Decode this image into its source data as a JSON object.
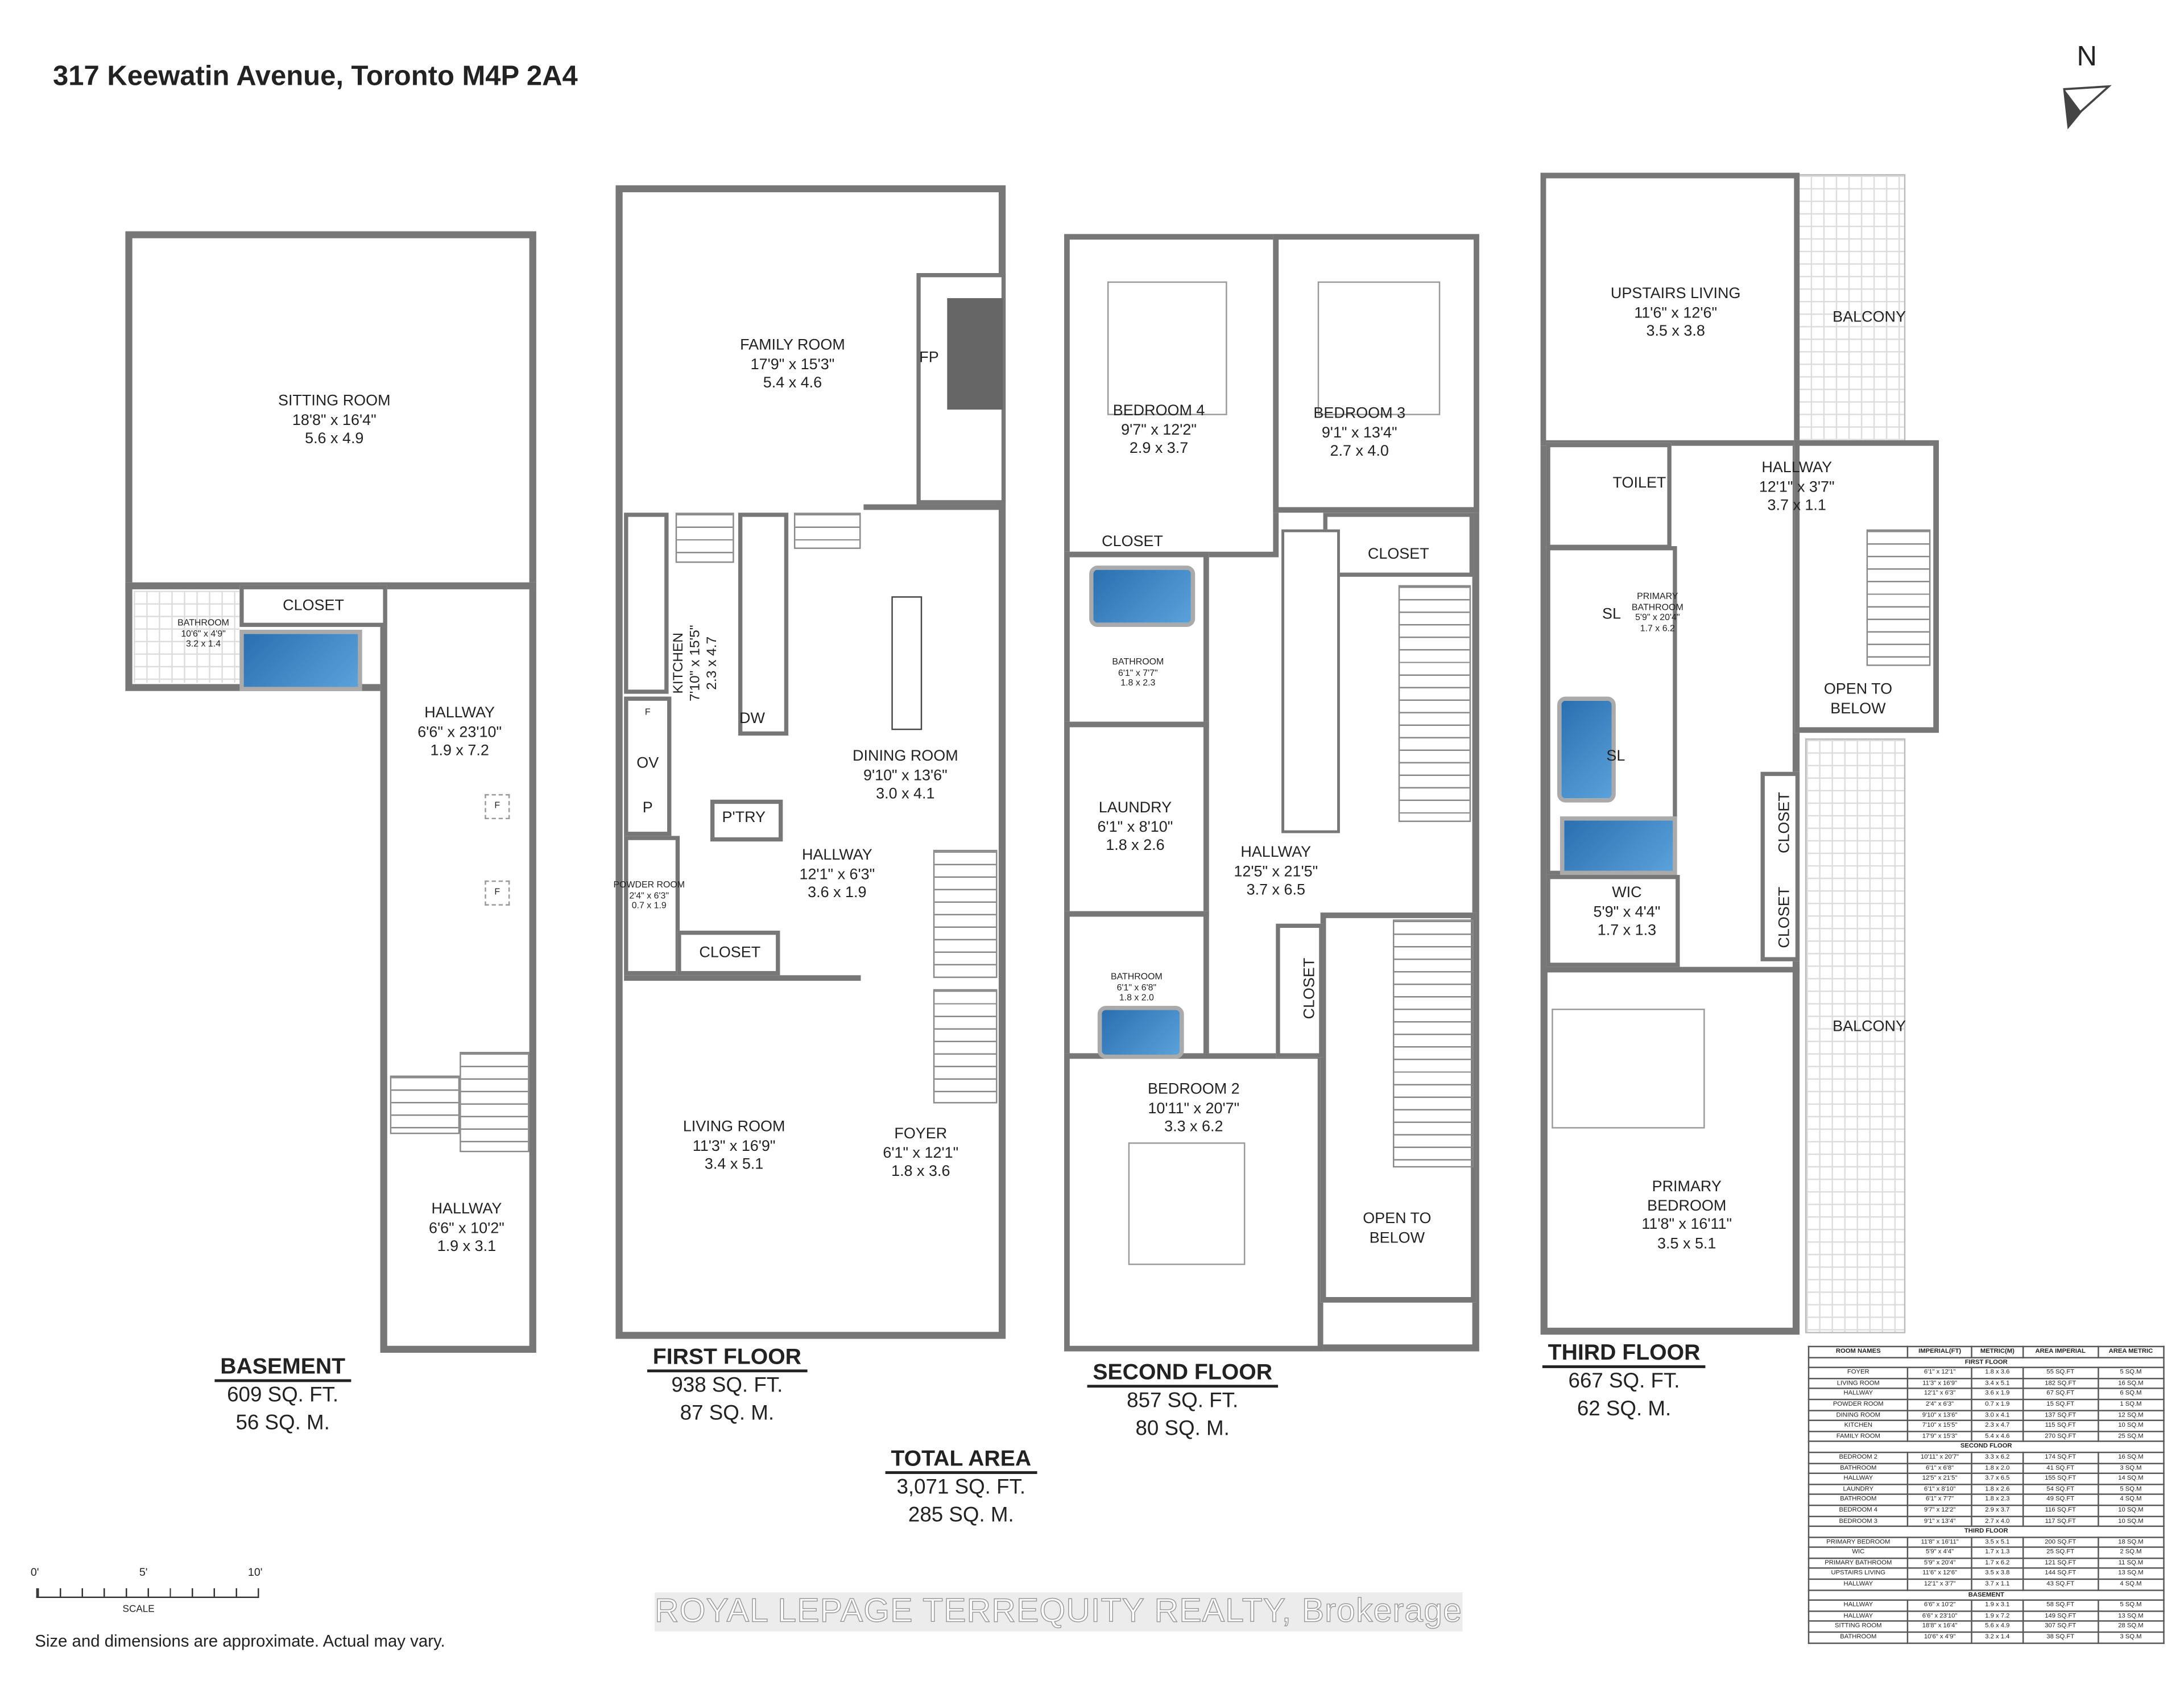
{
  "title": "317 Keewatin Avenue, Toronto M4P 2A4",
  "compass": {
    "label": "N",
    "icon": "north-arrow-icon"
  },
  "basement": {
    "title": "BASEMENT",
    "area_imperial": "609 SQ. FT.",
    "area_metric": "56 SQ. M.",
    "rooms": [
      {
        "name": "SITTING ROOM",
        "imperial": "18'8\" x 16'4\"",
        "metric": "5.6 x 4.9"
      },
      {
        "name": "BATHROOM",
        "imperial": "10'6\" x 4'9\"",
        "metric": "3.2 x 1.4"
      },
      {
        "name": "CLOSET"
      },
      {
        "name": "HALLWAY",
        "imperial": "6'6\" x 23'10\"",
        "metric": "1.9 x 7.2"
      },
      {
        "name": "HALLWAY",
        "imperial": "6'6\" x 10'2\"",
        "metric": "1.9 x 3.1"
      }
    ],
    "fixtures": [
      "F",
      "F"
    ]
  },
  "first_floor": {
    "title": "FIRST FLOOR",
    "area_imperial": "938 SQ. FT.",
    "area_metric": "87 SQ. M.",
    "rooms": [
      {
        "name": "FAMILY ROOM",
        "imperial": "17'9\" x 15'3\"",
        "metric": "5.4 x 4.6"
      },
      {
        "name": "KITCHEN",
        "imperial": "7'10\" x 15'5\"",
        "metric": "2.3 x 4.7"
      },
      {
        "name": "DINING ROOM",
        "imperial": "9'10\" x 13'6\"",
        "metric": "3.0 x 4.1"
      },
      {
        "name": "POWDER ROOM",
        "imperial": "2'4\" x 6'3\"",
        "metric": "0.7 x 1.9"
      },
      {
        "name": "HALLWAY",
        "imperial": "12'1\" x 6'3\"",
        "metric": "3.6 x 1.9"
      },
      {
        "name": "CLOSET"
      },
      {
        "name": "LIVING ROOM",
        "imperial": "11'3\" x 16'9\"",
        "metric": "3.4 x 5.1"
      },
      {
        "name": "FOYER",
        "imperial": "6'1\" x 12'1\"",
        "metric": "1.8 x 3.6"
      },
      {
        "name": "P'TRY"
      }
    ],
    "fixtures": {
      "fp": "FP",
      "dw": "DW",
      "f": "F",
      "ov": "OV",
      "p": "P"
    }
  },
  "second_floor": {
    "title": "SECOND FLOOR",
    "area_imperial": "857 SQ. FT.",
    "area_metric": "80 SQ. M.",
    "rooms": [
      {
        "name": "BEDROOM 4",
        "imperial": "9'7\" x 12'2\"",
        "metric": "2.9 x 3.7"
      },
      {
        "name": "BEDROOM 3",
        "imperial": "9'1\" x 13'4\"",
        "metric": "2.7 x 4.0"
      },
      {
        "name": "CLOSET"
      },
      {
        "name": "CLOSET"
      },
      {
        "name": "BATHROOM",
        "imperial": "6'1\" x 7'7\"",
        "metric": "1.8 x 2.3"
      },
      {
        "name": "LAUNDRY",
        "imperial": "6'1\" x 8'10\"",
        "metric": "1.8 x 2.6"
      },
      {
        "name": "HALLWAY",
        "imperial": "12'5\" x 21'5\"",
        "metric": "3.7 x 6.5"
      },
      {
        "name": "CLOSET"
      },
      {
        "name": "BATHROOM",
        "imperial": "6'1\" x 6'8\"",
        "metric": "1.8 x 2.0"
      },
      {
        "name": "BEDROOM 2",
        "imperial": "10'11\" x 20'7\"",
        "metric": "3.3 x 6.2"
      },
      {
        "name": "OPEN TO",
        "name2": "BELOW"
      }
    ]
  },
  "third_floor": {
    "title": "THIRD FLOOR",
    "area_imperial": "667 SQ. FT.",
    "area_metric": "62 SQ. M.",
    "rooms": [
      {
        "name": "UPSTAIRS LIVING",
        "imperial": "11'6\" x 12'6\"",
        "metric": "3.5 x 3.8"
      },
      {
        "name": "BALCONY"
      },
      {
        "name": "TOILET"
      },
      {
        "name": "HALLWAY",
        "imperial": "12'1\" x 3'7\"",
        "metric": "3.7 x 1.1"
      },
      {
        "name": "PRIMARY",
        "name2": "BATHROOM",
        "imperial": "5'9\" x 20'4\"",
        "metric": "1.7 x 6.2"
      },
      {
        "name": "OPEN TO",
        "name2": "BELOW"
      },
      {
        "name": "CLOSET"
      },
      {
        "name": "CLOSET"
      },
      {
        "name": "WIC",
        "imperial": "5'9\" x 4'4\"",
        "metric": "1.7 x 1.3"
      },
      {
        "name": "BALCONY"
      },
      {
        "name": "PRIMARY",
        "name2": "BEDROOM",
        "imperial": "11'8\" x 16'11\"",
        "metric": "3.5 x 5.1"
      }
    ],
    "fixtures": {
      "sl": "SL"
    }
  },
  "total": {
    "title": "TOTAL AREA",
    "area_imperial": "3,071 SQ. FT.",
    "area_metric": "285 SQ. M."
  },
  "scale": {
    "ticks": [
      "0'",
      "5'",
      "10'"
    ],
    "label": "SCALE"
  },
  "disclaimer": "Size and dimensions are approximate. Actual may vary.",
  "watermark": "ROYAL LEPAGE TERREQUITY REALTY, Brokerage",
  "table": {
    "headers": [
      "ROOM NAMES",
      "IMPERIAL(FT)",
      "METRIC(M)",
      "AREA IMPERIAL",
      "AREA METRIC"
    ],
    "sections": [
      {
        "name": "FIRST FLOOR",
        "rows": [
          [
            "FOYER",
            "6'1\" x 12'1\"",
            "1.8 x 3.6",
            "55 SQ.FT",
            "5 SQ.M"
          ],
          [
            "LIVING ROOM",
            "11'3\" x 16'9\"",
            "3.4 x 5.1",
            "182 SQ.FT",
            "16 SQ.M"
          ],
          [
            "HALLWAY",
            "12'1\" x 6'3\"",
            "3.6 x 1.9",
            "67 SQ.FT",
            "6 SQ.M"
          ],
          [
            "POWDER ROOM",
            "2'4\" x 6'3\"",
            "0.7 x 1.9",
            "15 SQ.FT",
            "1 SQ.M"
          ],
          [
            "DINING ROOM",
            "9'10\" x 13'6\"",
            "3.0 x 4.1",
            "137 SQ.FT",
            "12 SQ.M"
          ],
          [
            "KITCHEN",
            "7'10\" x 15'5\"",
            "2.3 x 4.7",
            "115 SQ.FT",
            "10 SQ.M"
          ],
          [
            "FAMILY ROOM",
            "17'9\" x 15'3\"",
            "5.4 x 4.6",
            "270 SQ.FT",
            "25 SQ.M"
          ]
        ]
      },
      {
        "name": "SECOND FLOOR",
        "rows": [
          [
            "BEDROOM 2",
            "10'11\" x 20'7\"",
            "3.3 x 6.2",
            "174 SQ.FT",
            "16 SQ.M"
          ],
          [
            "BATHROOM",
            "6'1\" x 6'8\"",
            "1.8 x 2.0",
            "41 SQ.FT",
            "3 SQ.M"
          ],
          [
            "HALLWAY",
            "12'5\" x 21'5\"",
            "3.7 x 6.5",
            "155 SQ.FT",
            "14 SQ.M"
          ],
          [
            "LAUNDRY",
            "6'1\" x 8'10\"",
            "1.8 x 2.6",
            "54 SQ.FT",
            "5 SQ.M"
          ],
          [
            "BATHROOM",
            "6'1\" x 7'7\"",
            "1.8 x 2.3",
            "49 SQ.FT",
            "4 SQ.M"
          ],
          [
            "BEDROOM 4",
            "9'7\" x 12'2\"",
            "2.9 x 3.7",
            "116 SQ.FT",
            "10 SQ.M"
          ],
          [
            "BEDROOM 3",
            "9'1\" x 13'4\"",
            "2.7 x 4.0",
            "117 SQ.FT",
            "10 SQ.M"
          ]
        ]
      },
      {
        "name": "THIRD FLOOR",
        "rows": [
          [
            "PRIMARY BEDROOM",
            "11'8\" x 16'11\"",
            "3.5 x 5.1",
            "200 SQ.FT",
            "18 SQ.M"
          ],
          [
            "WIC",
            "5'9\" x 4'4\"",
            "1.7 x 1.3",
            "25 SQ.FT",
            "2 SQ.M"
          ],
          [
            "PRIMARY BATHROOM",
            "5'9\" x 20'4\"",
            "1.7 x 6.2",
            "121 SQ.FT",
            "11 SQ.M"
          ],
          [
            "UPSTAIRS LIVING",
            "11'6\" x 12'6\"",
            "3.5 x 3.8",
            "144 SQ.FT",
            "13 SQ.M"
          ],
          [
            "HALLWAY",
            "12'1\" x 3'7\"",
            "3.7 x 1.1",
            "43 SQ.FT",
            "4 SQ.M"
          ]
        ]
      },
      {
        "name": "BASEMENT",
        "rows": [
          [
            "HALLWAY",
            "6'6\" x 10'2\"",
            "1.9 x 3.1",
            "58 SQ.FT",
            "5 SQ.M"
          ],
          [
            "HALLWAY",
            "6'6\" x 23'10\"",
            "1.9 x 7.2",
            "149 SQ.FT",
            "13 SQ.M"
          ],
          [
            "SITTING ROOM",
            "18'8\" x 16'4\"",
            "5.6 x 4.9",
            "307 SQ.FT",
            "28 SQ.M"
          ],
          [
            "BATHROOM",
            "10'6\" x 4'9\"",
            "3.2 x 1.4",
            "38 SQ.FT",
            "3 SQ.M"
          ]
        ]
      }
    ]
  }
}
